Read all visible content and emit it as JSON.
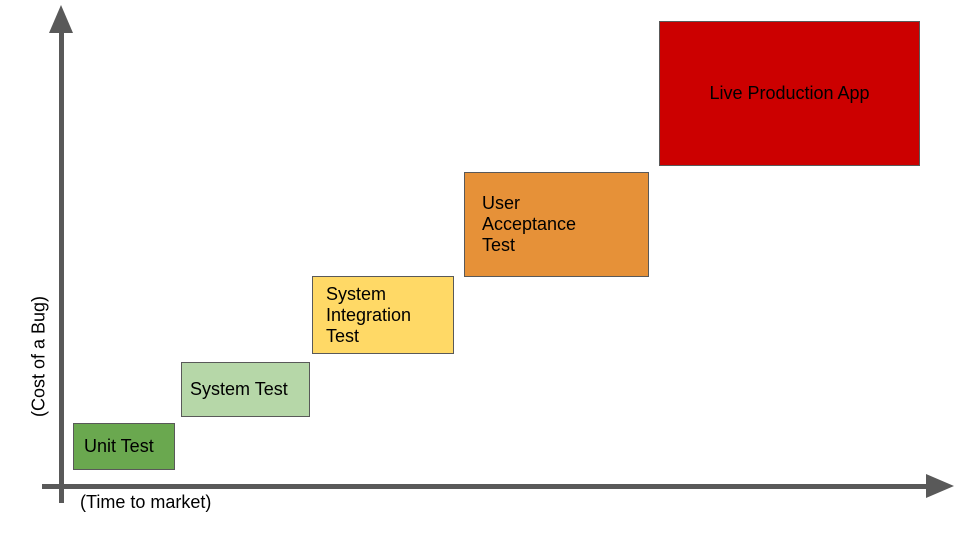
{
  "diagram": {
    "y_axis_label": "(Cost of a Bug)",
    "x_axis_label": "(Time to market)",
    "axis_color": "#595959",
    "box_border_color": "#595959",
    "text_color": "#000000",
    "background_color": "#ffffff",
    "stages": [
      {
        "label": "Unit Test",
        "fill": "#6aa84f"
      },
      {
        "label": "System Test",
        "fill": "#b6d7a8"
      },
      {
        "label": "System Integration Test",
        "fill": "#ffd966"
      },
      {
        "label": "User Acceptance Test",
        "fill": "#e69138"
      },
      {
        "label": "Live Production App",
        "fill": "#cc0000"
      }
    ]
  }
}
